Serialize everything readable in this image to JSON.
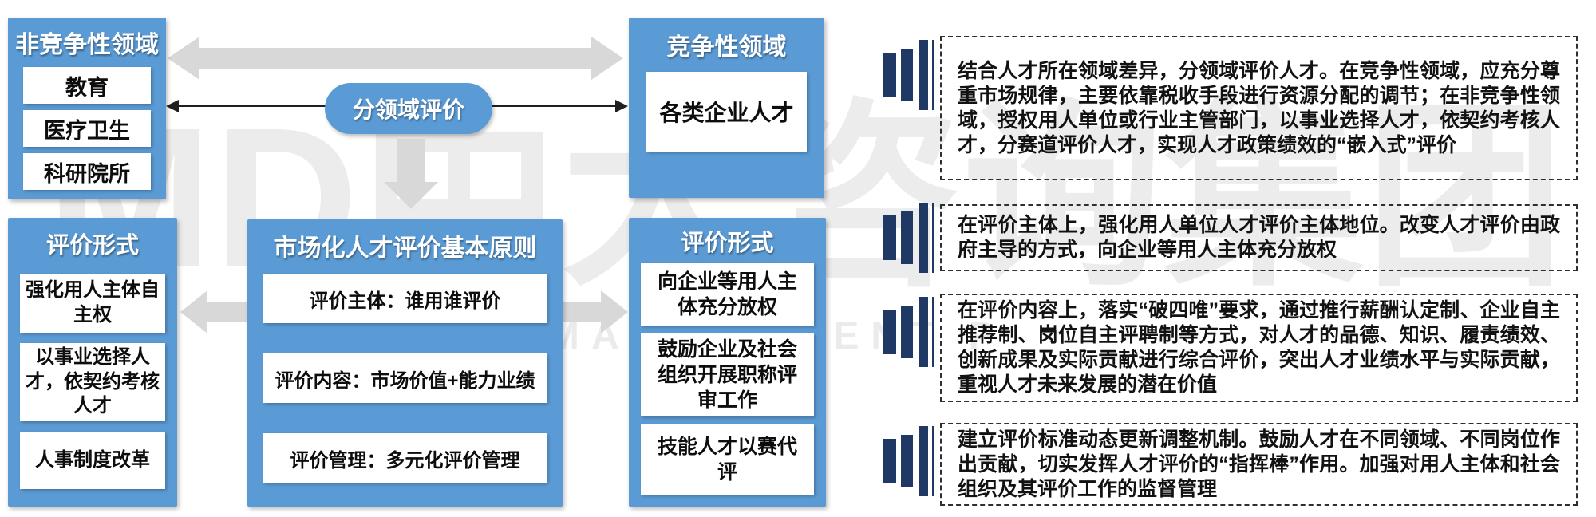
{
  "palette": {
    "box_blue": "#5B9BD5",
    "bars_navy": "#1F3864",
    "arrow_gray": "#D8D8D8",
    "dash_border": "#2F2F2F",
    "text_black": "#121212"
  },
  "diagram": {
    "top_left": {
      "title": "非竞争性领域",
      "items": [
        "教育",
        "医疗卫生",
        "科研院所"
      ]
    },
    "top_right": {
      "title": "竞争性领域",
      "items": [
        "各类企业人才"
      ]
    },
    "pill_label": "分领域评价",
    "bottom_left": {
      "title": "评价形式",
      "items": [
        "强化用人主体自主权",
        "以事业选择人才，依契约考核人才",
        "人事制度改革"
      ]
    },
    "bottom_center": {
      "title": "市场化人才评价基本原则",
      "items": [
        "评价主体：谁用谁评价",
        "评价内容：市场价值+能力业绩",
        "评价管理：多元化评价管理"
      ]
    },
    "bottom_right": {
      "title": "评价形式",
      "items": [
        "向企业等用人主体充分放权",
        "鼓励企业及社会组织开展职称评审工作",
        "技能人才以赛代评"
      ]
    }
  },
  "notes": [
    {
      "text": "结合人才所在领域差异，分领域评价人才。在竞争性领域，应充分尊重市场规律，主要依靠税收手段进行资源分配的调节；在非竞争性领域，授权用人单位或行业主管部门，以事业选择人才，依契约考核人才，分赛道评价人才，实现人才政策绩效的“嵌入式”评价"
    },
    {
      "text": "在评价主体上，强化用人单位人才评价主体地位。改变人才评价由政府主导的方式，向企业等用人主体充分放权"
    },
    {
      "text": "在评价内容上，落实“破四唯”要求，通过推行薪酬认定制、企业自主推荐制、岗位自主评聘制等方式，对人才的品德、知识、履责绩效、创新成果及实际贡献进行综合评价，突出人才业绩水平与实际贡献，重视人才未来发展的潜在价值"
    },
    {
      "text": "建立评价标准动态更新调整机制。鼓励人才在不同领域、不同岗位作出贡献，切实发挥人才评价的“指挥棒”作用。加强对用人主体和社会组织及其评价工作的监督管理"
    }
  ],
  "watermark": {
    "main": "MD中大咨询集团",
    "sub": "MANAGEMENT P"
  }
}
